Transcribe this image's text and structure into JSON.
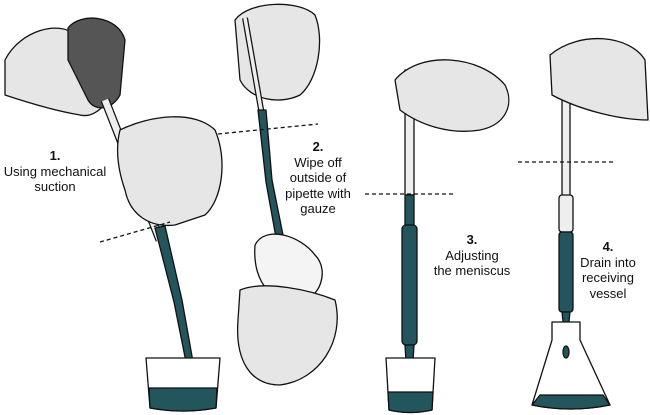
{
  "colors": {
    "liquid": "#22565c",
    "glove": "#e6e6e6",
    "outline": "#111111",
    "bulb": "#555555"
  },
  "steps": [
    {
      "number": "1.",
      "lines": [
        "Using mechanical",
        "suction"
      ]
    },
    {
      "number": "2.",
      "lines": [
        "Wipe off",
        "outside of",
        "pipette with",
        "gauze"
      ]
    },
    {
      "number": "3.",
      "lines": [
        "Adjusting",
        "the meniscus"
      ]
    },
    {
      "number": "4.",
      "lines": [
        "Drain into",
        "receiving",
        "vessel"
      ]
    }
  ]
}
